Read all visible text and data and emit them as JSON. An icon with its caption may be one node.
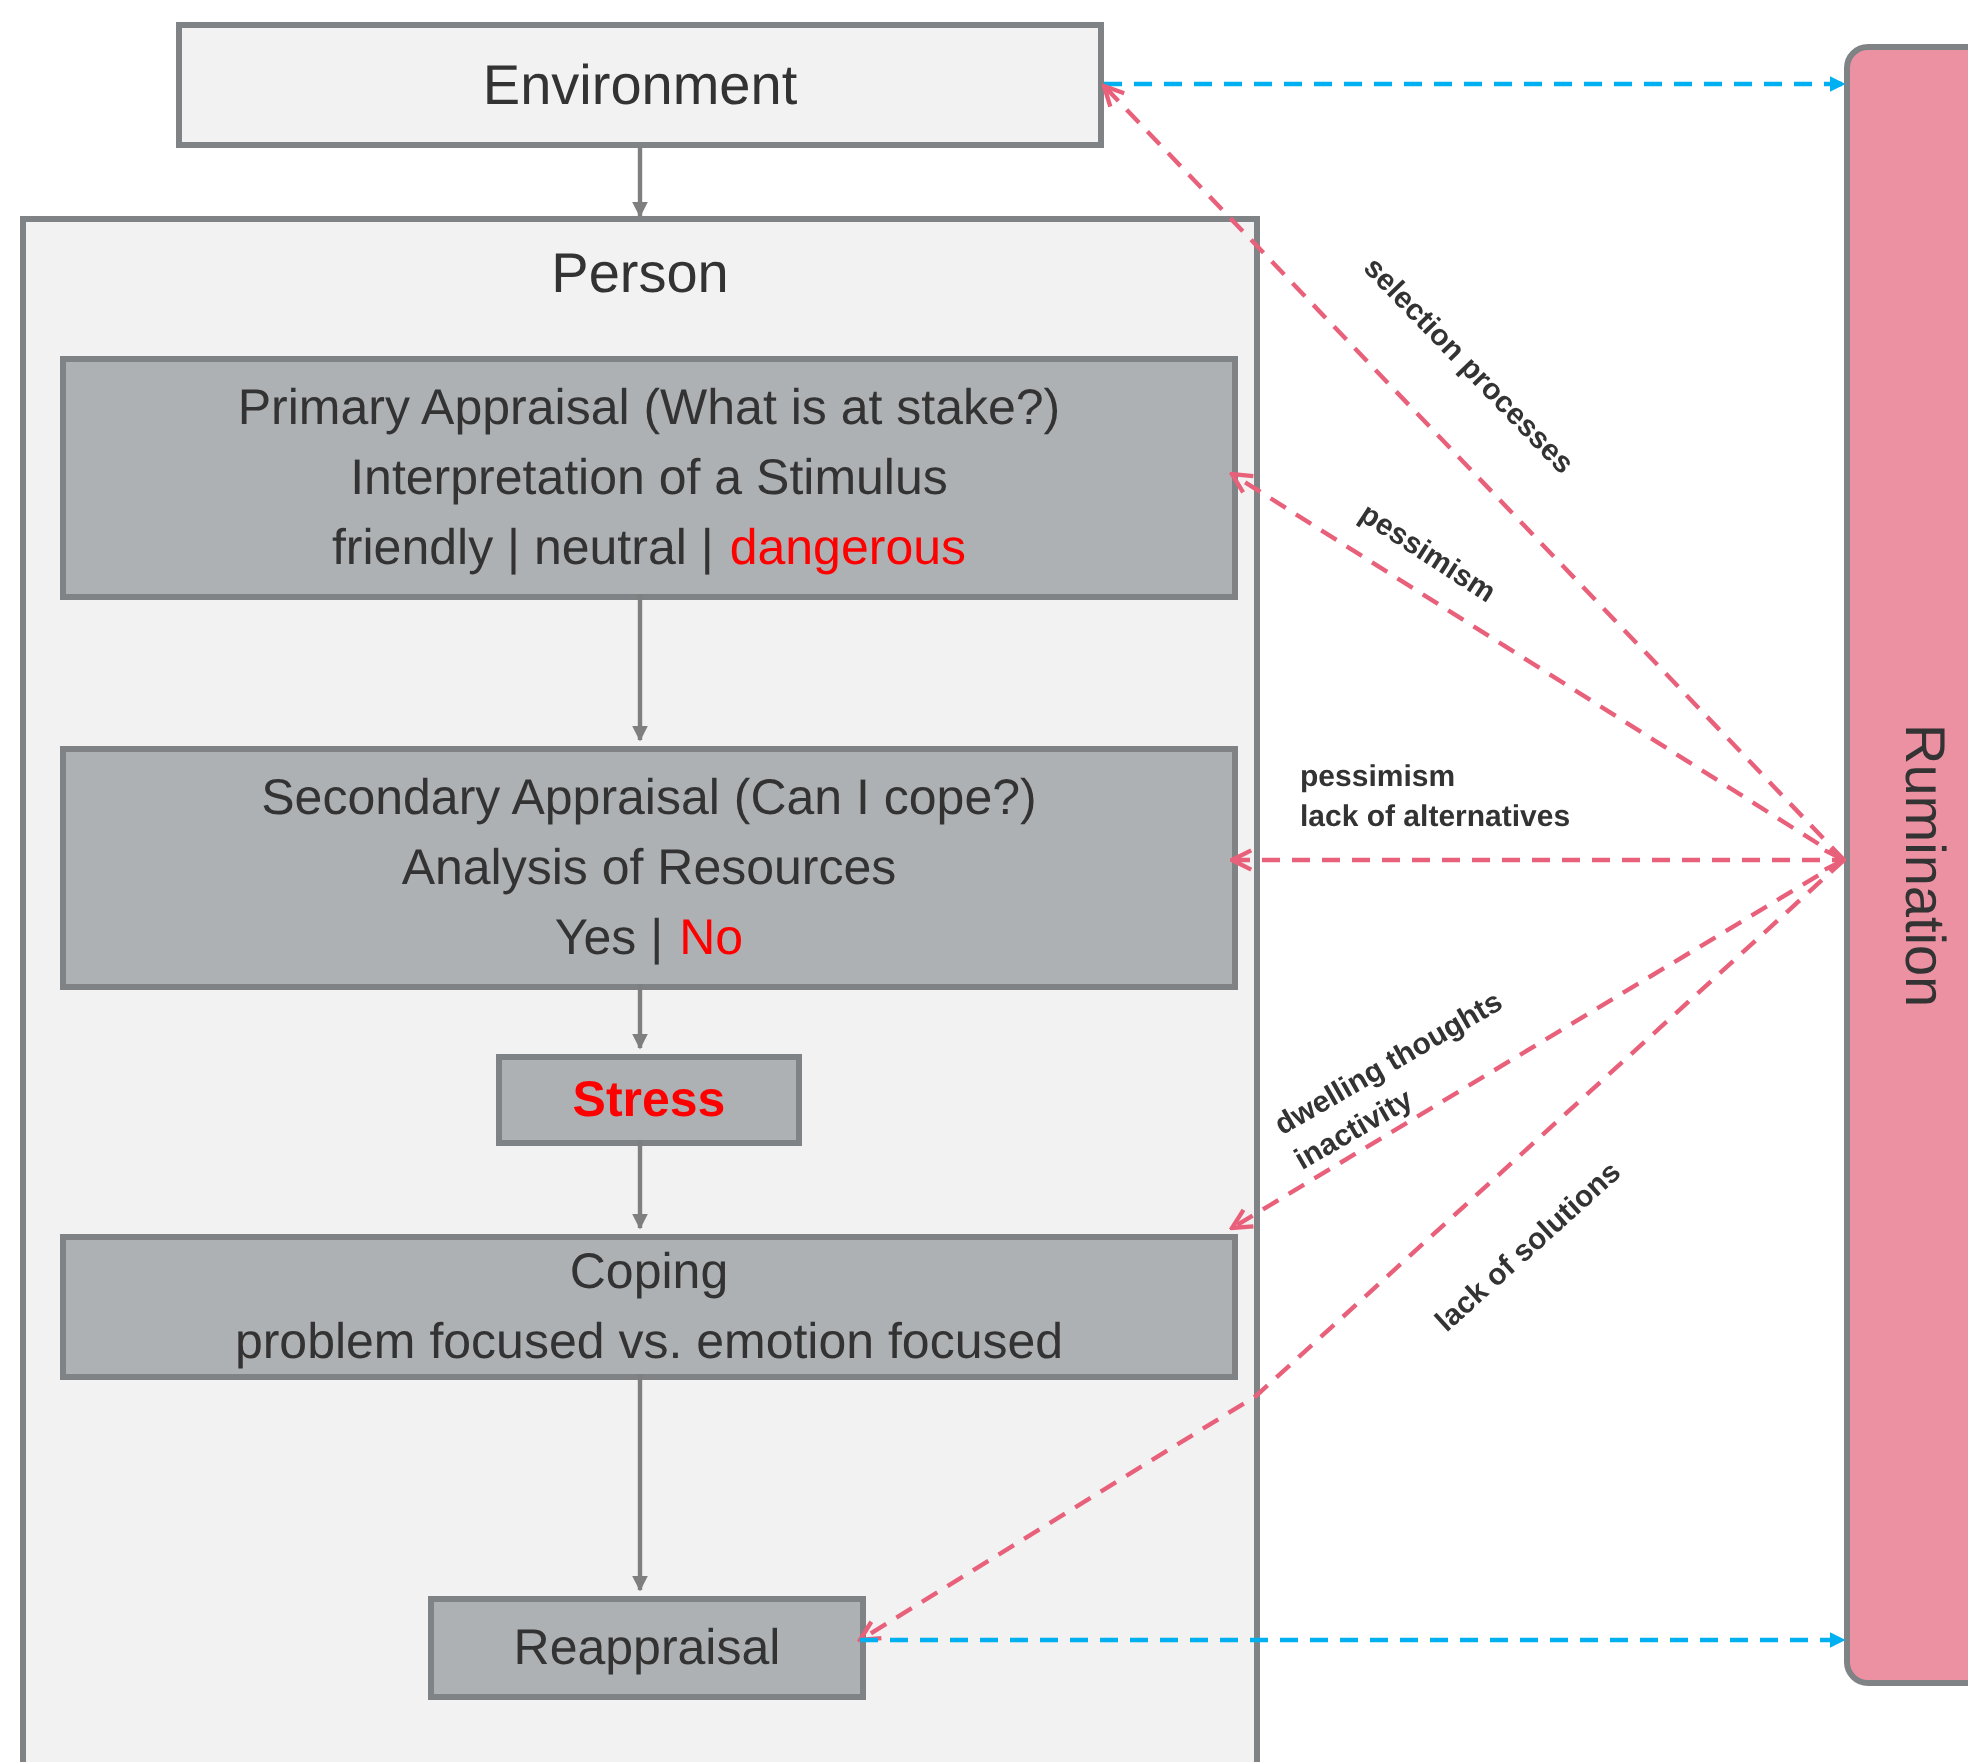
{
  "diagram": {
    "nodes": [
      {
        "text": [
          "Environment"
        ]
      },
      {
        "text": [
          "Person"
        ]
      },
      {
        "text": [
          "Primary Appraisal (What is at stake?)",
          "Interpretation of a Stimulus",
          "friendly | neutral |",
          "dangerous"
        ],
        "in": 1
      },
      {
        "text": [
          "Secondary Appraisal (Can I cope?)",
          "Analysis of Resources",
          "Yes |",
          "No"
        ],
        "in": 1
      },
      {
        "text": [
          "Stress"
        ],
        "in": 1
      },
      {
        "text": [
          "Coping",
          "problem focused vs. emotion focused"
        ],
        "in": 1
      },
      {
        "text": [
          "Reappraisal"
        ],
        "in": 1
      },
      {
        "text": [
          "Rumination"
        ]
      }
    ],
    "edges": [
      {
        "from": 0,
        "to": 1,
        "arrow": "to"
      },
      {
        "from": 2,
        "to": 3,
        "arrow": "to"
      },
      {
        "from": 3,
        "to": 4,
        "arrow": "to"
      },
      {
        "from": 4,
        "to": 5,
        "arrow": "to"
      },
      {
        "from": 5,
        "to": 6,
        "arrow": "to"
      },
      {
        "from": 0,
        "to": 7,
        "arrow": "to",
        "style": "dashed",
        "color": "#00b0f0"
      },
      {
        "from": 7,
        "to": 0,
        "arrow": "to",
        "style": "dashed",
        "color": "#e8607a",
        "label": "selection processes"
      },
      {
        "from": 7,
        "to": 2,
        "arrow": "to",
        "style": "dashed",
        "color": "#e8607a",
        "label": "pessimism"
      },
      {
        "from": 3,
        "to": 7,
        "arrow": "both",
        "style": "dashed",
        "color": "#e8607a",
        "label": "pessimism lack of alternatives"
      },
      {
        "from": 7,
        "to": 5,
        "arrow": "to",
        "style": "dashed",
        "color": "#e8607a",
        "label": "dwelling thoughts inactivity"
      },
      {
        "from": 7,
        "to": 6,
        "arrow": "to",
        "style": "dashed",
        "color": "#e8607a",
        "label": "lack of solutions"
      },
      {
        "from": 6,
        "to": 7,
        "arrow": "to",
        "style": "dashed",
        "color": "#00b0f0"
      }
    ]
  }
}
